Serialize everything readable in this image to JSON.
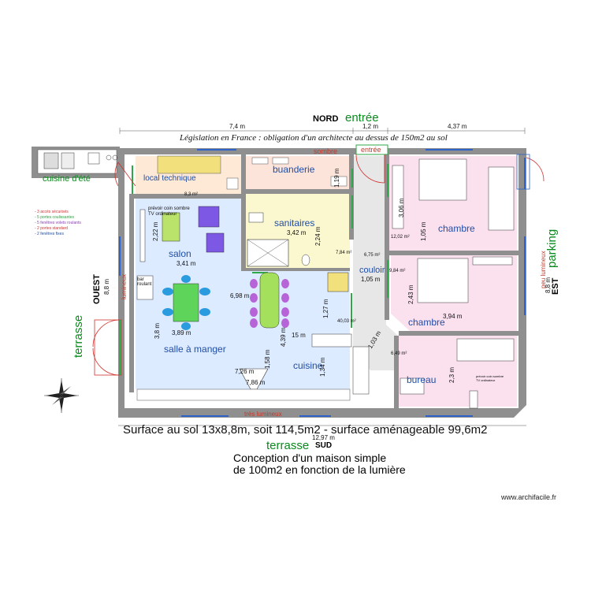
{
  "header": {
    "north": "NORD",
    "entree_title": "entrée",
    "dim_left": "7,4 m",
    "dim_mid": "1,2 m",
    "dim_right": "4,37 m",
    "legal_note": "Législation en France : obligation d'un architecte au dessus de 150m2  au sol",
    "sombre": "sombre",
    "entree_label": "entrée"
  },
  "compass": {
    "ouest": "OUEST",
    "est": "EST",
    "sud": "SUD",
    "left_height": "8,8 m",
    "right_height": "8,8 m"
  },
  "exterior": {
    "cuisine_ete": "cuisine d'été",
    "terrasse_west": "terrasse",
    "parking": "parking",
    "terrasse_south": "terrasse",
    "lumineux_west": "lumineux",
    "peu_lumineux": "peu lumineux",
    "tres_lumineux": "très lumineux"
  },
  "legend": [
    {
      "text": "- 3 accès sécurisés",
      "color": "#d0312d"
    },
    {
      "text": "- 5 portes coulissantes",
      "color": "#27a33a"
    },
    {
      "text": "- 5 fenêtres volets roulants",
      "color": "#8a3fb5"
    },
    {
      "text": "- 2 portes standard",
      "color": "#d0312d"
    },
    {
      "text": "- 2 fenêtres fixes",
      "color": "#1f4ea8"
    }
  ],
  "rooms": {
    "local_technique": "local technique",
    "local_area": "8,3 m²",
    "buanderie": "buanderie",
    "buanderie_dim": "1,19 m",
    "sanitaires": "sanitaires",
    "sanitaires_dim": "3,42 m",
    "sanitaires_h": "2,24 m",
    "sanitaires_area": "7,84 m²",
    "salon": "salon",
    "salon_note1": "prévoir coin sombre",
    "salon_note2": "TV ordinateur",
    "salon_h": "2,22 m",
    "salon_w": "3,41 m",
    "bar": "bar roulant",
    "salle_manger": "salle à manger",
    "sm_dim_698": "6,98 m",
    "sm_dim_389": "3,89 m",
    "sm_dim_38": "3,8 m",
    "sm_dim_726": "7,26 m",
    "sm_dim_786": "7,86 m",
    "sm_dim_158": "1,58 m",
    "sm_dim_439": "4,39 m",
    "sm_dim_15": "15 m",
    "sm_dim_127": "1,27 m",
    "sm_area": "40,03 m²",
    "cuisine": "cuisine",
    "cuisine_dim": "1,34 m",
    "couloir": "couloir",
    "couloir_dim": "1,05 m",
    "couloir_area": "6,75 m²",
    "couloir_diag": "1,03 m",
    "chambre1": "chambre",
    "ch1_h": "3,06 m",
    "ch1_w": "1,05 m",
    "ch1_area": "12,02 m²",
    "chambre2": "chambre",
    "ch2_h": "2,43 m",
    "ch2_w": "3,94 m",
    "ch2_area": "9,84 m²",
    "bureau": "bureau",
    "bureau_h": "2,3 m",
    "bureau_area": "6,49 m²",
    "bureau_note1": "prévoir coin sombre",
    "bureau_note2": "TV ordinateur"
  },
  "footer": {
    "surface": "Surface au sol 13x8,8m, soit 114,5m2 - surface aménageable  99,6m2",
    "width": "12,97 m",
    "concept1": "Conception d'un maison simple",
    "concept2": "de 100m2 en fonction de la lumière",
    "watermark": "www.archifacile.fr"
  },
  "colors": {
    "wall": "#8f8f8f",
    "kitchen_zone": "#fde9d6",
    "laundry": "#fde4da",
    "sanitary": "#fbf7cf",
    "living": "#dcebff",
    "bedroom": "#fbe1ee",
    "corridor": "#e7e7e7",
    "door_green": "#2fa84a",
    "door_red": "#d0312d",
    "window_blue": "#2d63c8"
  }
}
